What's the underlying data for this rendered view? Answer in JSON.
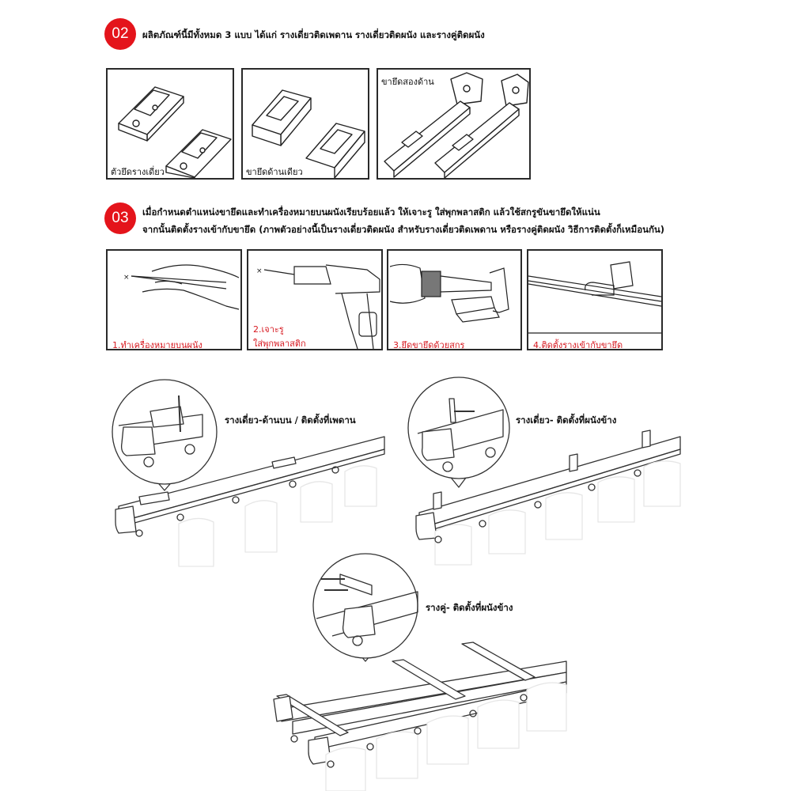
{
  "sections": [
    {
      "number": "02",
      "lines": [
        "ผลิตภัณฑ์นี้มีทั้งหมด 3 แบบ ได้แก่ รางเดี่ยวติดเพดาน รางเดี่ยวติดผนัง และรางคู่ติดผนัง"
      ]
    },
    {
      "number": "03",
      "lines": [
        "เมื่อกำหนดตำแหน่งขายึดและทำเครื่องหมายบนผนังเรียบร้อยแล้ว ให้เจาะรู ใส่พุกพลาสติก แล้วใช้สกรูขันขายึดให้แน่น",
        "จากนั้นติดตั้งรางเข้ากับขายึด (ภาพตัวอย่างนี้เป็นรางเดี่ยวติดผนัง สำหรับรางเดี่ยวติดเพดาน หรือรางคู่ติดผนัง วิธีการติดตั้งก็เหมือนกัน)"
      ]
    }
  ],
  "bracket_panels": [
    {
      "label": "ตัวยึดรางเดี่ยว"
    },
    {
      "label": "ขายึดด้านเดียว"
    },
    {
      "label": "ขายึดสองด้าน"
    }
  ],
  "steps": [
    {
      "label": "1.ทำเครื่องหมายบนผนัง",
      "line2": ""
    },
    {
      "label": "2.เจาะรู",
      "line2": "ใส่พุกพลาสติก"
    },
    {
      "label": "3.ยึดขายึดด้วยสกรู",
      "line2": ""
    },
    {
      "label": "4.ติดตั้งรางเข้ากับขายึด",
      "line2": ""
    }
  ],
  "rail_labels": [
    "รางเดี่ยว-ด้านบน / ติดตั้งที่เพดาน",
    "รางเดี่ยว- ติดตั้งที่ผนังข้าง",
    "รางคู่- ติดตั้งที่ผนังข้าง"
  ],
  "colors": {
    "accent": "#e4141b",
    "step_label": "#d71920",
    "line": "#2a2a2a"
  }
}
